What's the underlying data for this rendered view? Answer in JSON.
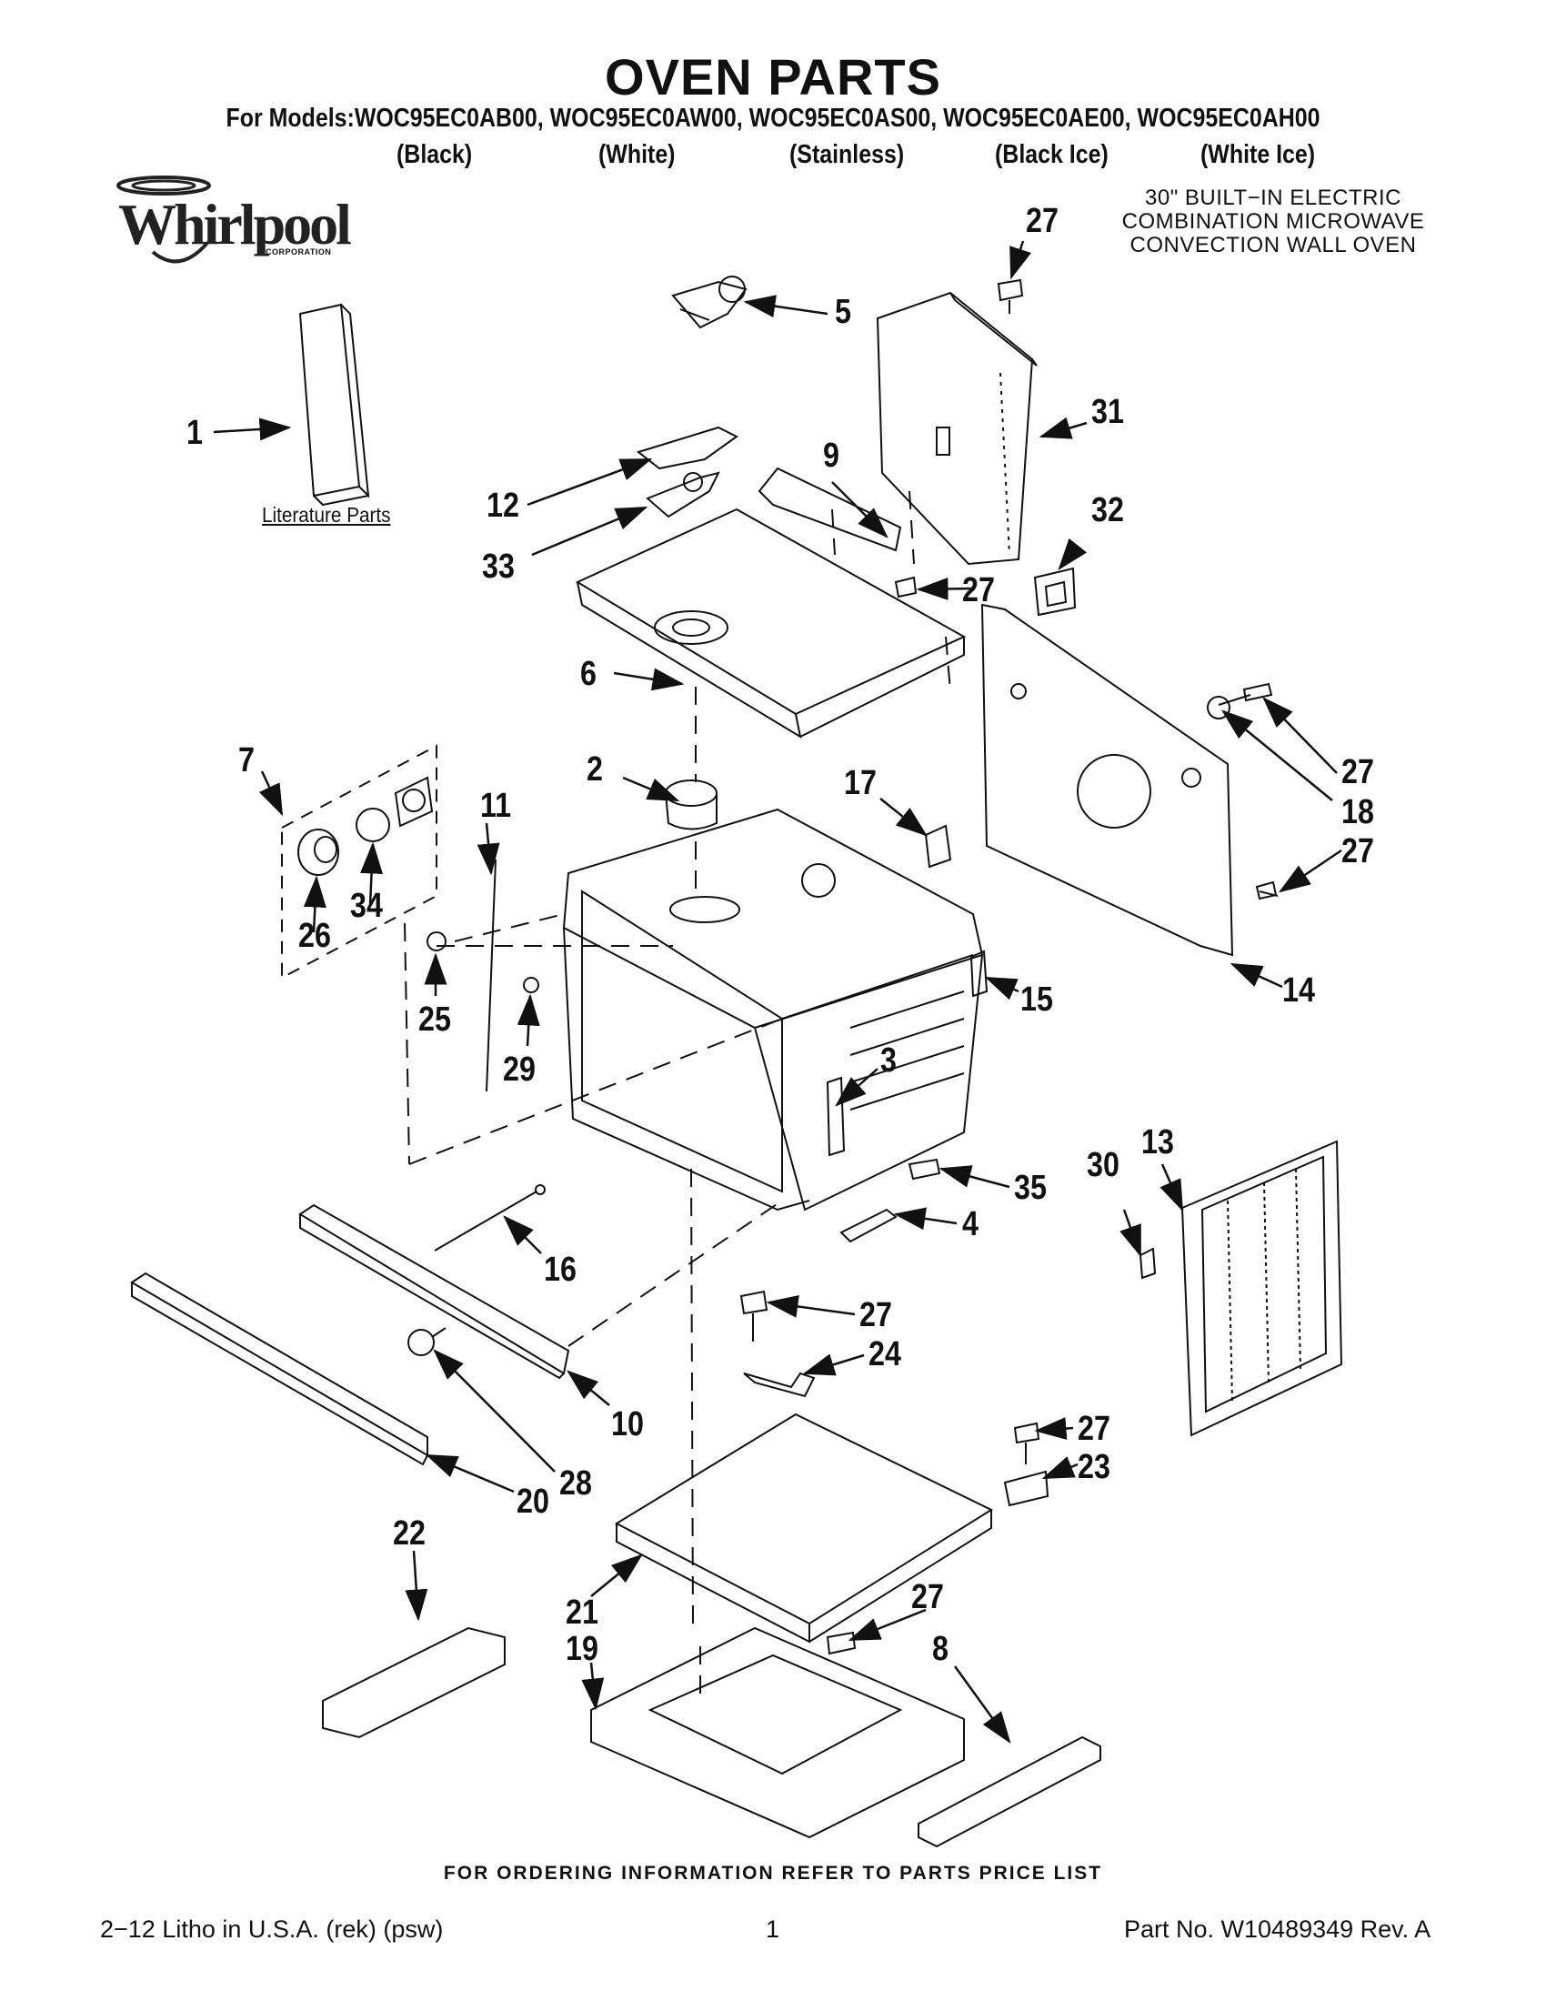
{
  "header": {
    "title": "OVEN PARTS",
    "models_line": "For Models:WOC95EC0AB00, WOC95EC0AW00, WOC95EC0AS00, WOC95EC0AE00, WOC95EC0AH00",
    "colors": [
      "(Black)",
      "(White)",
      "(Stainless)",
      "(Black Ice)",
      "(White Ice)"
    ]
  },
  "logo": {
    "brand": "Whirlpool",
    "sub": "CORPORATION"
  },
  "description": [
    "30\" BUILT−IN ELECTRIC",
    "COMBINATION MICROWAVE",
    "CONVECTION WALL OVEN"
  ],
  "literature_label": "Literature Parts",
  "callouts": [
    {
      "id": "c27a",
      "text": "27"
    },
    {
      "id": "c5",
      "text": "5"
    },
    {
      "id": "c1",
      "text": "1"
    },
    {
      "id": "c31",
      "text": "31"
    },
    {
      "id": "c9",
      "text": "9"
    },
    {
      "id": "c12",
      "text": "12"
    },
    {
      "id": "c32",
      "text": "32"
    },
    {
      "id": "c33",
      "text": "33"
    },
    {
      "id": "c27b",
      "text": "27"
    },
    {
      "id": "c6",
      "text": "6"
    },
    {
      "id": "c7",
      "text": "7"
    },
    {
      "id": "c2",
      "text": "2"
    },
    {
      "id": "c11",
      "text": "11"
    },
    {
      "id": "c17",
      "text": "17"
    },
    {
      "id": "c27c",
      "text": "27"
    },
    {
      "id": "c18",
      "text": "18"
    },
    {
      "id": "c27d",
      "text": "27"
    },
    {
      "id": "c34",
      "text": "34"
    },
    {
      "id": "c26",
      "text": "26"
    },
    {
      "id": "c25",
      "text": "25"
    },
    {
      "id": "c14",
      "text": "14"
    },
    {
      "id": "c15",
      "text": "15"
    },
    {
      "id": "c3",
      "text": "3"
    },
    {
      "id": "c29",
      "text": "29"
    },
    {
      "id": "c13",
      "text": "13"
    },
    {
      "id": "c30",
      "text": "30"
    },
    {
      "id": "c35",
      "text": "35"
    },
    {
      "id": "c4",
      "text": "4"
    },
    {
      "id": "c16",
      "text": "16"
    },
    {
      "id": "c27e",
      "text": "27"
    },
    {
      "id": "c24",
      "text": "24"
    },
    {
      "id": "c10",
      "text": "10"
    },
    {
      "id": "c27f",
      "text": "27"
    },
    {
      "id": "c23",
      "text": "23"
    },
    {
      "id": "c20",
      "text": "20"
    },
    {
      "id": "c28",
      "text": "28"
    },
    {
      "id": "c22",
      "text": "22"
    },
    {
      "id": "c21",
      "text": "21"
    },
    {
      "id": "c27g",
      "text": "27"
    },
    {
      "id": "c19",
      "text": "19"
    },
    {
      "id": "c8",
      "text": "8"
    }
  ],
  "footer": {
    "ordering": "FOR ORDERING INFORMATION REFER TO PARTS PRICE LIST",
    "litho": "2−12 Litho in U.S.A. (rek) (psw)",
    "page": "1",
    "part_no": "Part No. W10489349 Rev. A"
  }
}
